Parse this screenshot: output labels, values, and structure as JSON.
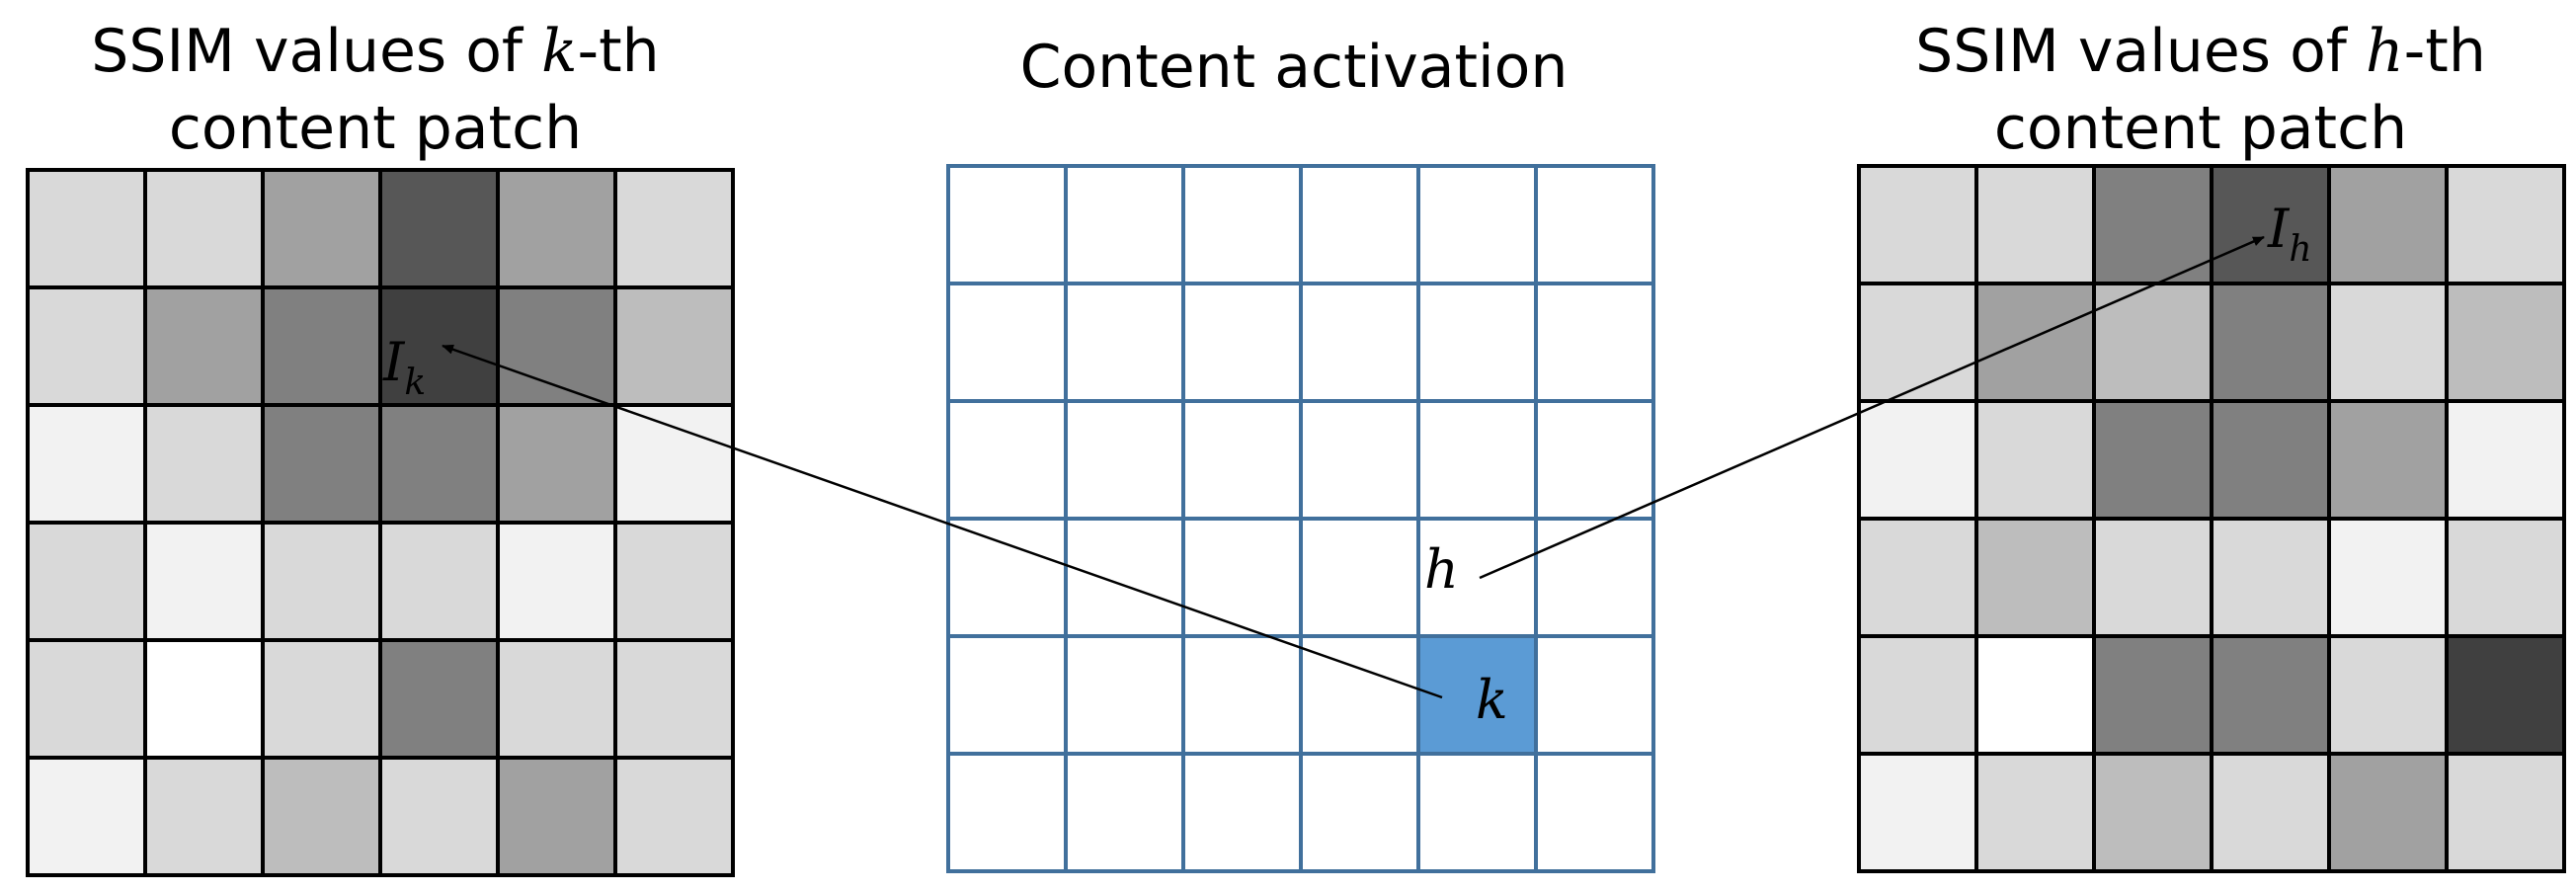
{
  "left_panel": {
    "title_line1_pre": "SSIM values of ",
    "title_line1_var": "k",
    "title_line1_post": "-th",
    "title_line2": "content patch",
    "grid_levels": [
      [
        0.85,
        0.85,
        0.63,
        0.34,
        0.63,
        0.85
      ],
      [
        0.85,
        0.63,
        0.5,
        0.25,
        0.5,
        0.74
      ],
      [
        0.95,
        0.85,
        0.5,
        0.5,
        0.63,
        0.95
      ],
      [
        0.85,
        0.95,
        0.85,
        0.85,
        0.95,
        0.85
      ],
      [
        0.85,
        1.0,
        0.85,
        0.5,
        0.85,
        0.85
      ],
      [
        0.95,
        0.85,
        0.74,
        0.85,
        0.63,
        0.85
      ]
    ],
    "marker_base": "I",
    "marker_sub": "k"
  },
  "center_panel": {
    "title": "Content activation",
    "rows": 6,
    "cols": 6,
    "line_color": "#41709c",
    "highlight_color": "#5b9bd5",
    "highlight_cell": [
      4,
      4
    ],
    "label_h": "h",
    "label_k": "k"
  },
  "right_panel": {
    "title_line1_pre": "SSIM values of ",
    "title_line1_var": "h",
    "title_line1_post": "-th",
    "title_line2": "content patch",
    "grid_levels": [
      [
        0.85,
        0.85,
        0.5,
        0.34,
        0.63,
        0.85
      ],
      [
        0.85,
        0.63,
        0.74,
        0.5,
        0.85,
        0.74
      ],
      [
        0.95,
        0.85,
        0.5,
        0.5,
        0.63,
        0.95
      ],
      [
        0.85,
        0.74,
        0.85,
        0.85,
        0.95,
        0.85
      ],
      [
        0.85,
        1.0,
        0.5,
        0.5,
        0.85,
        0.25
      ],
      [
        0.95,
        0.85,
        0.74,
        0.85,
        0.63,
        0.85
      ]
    ],
    "marker_base": "I",
    "marker_sub": "h"
  }
}
